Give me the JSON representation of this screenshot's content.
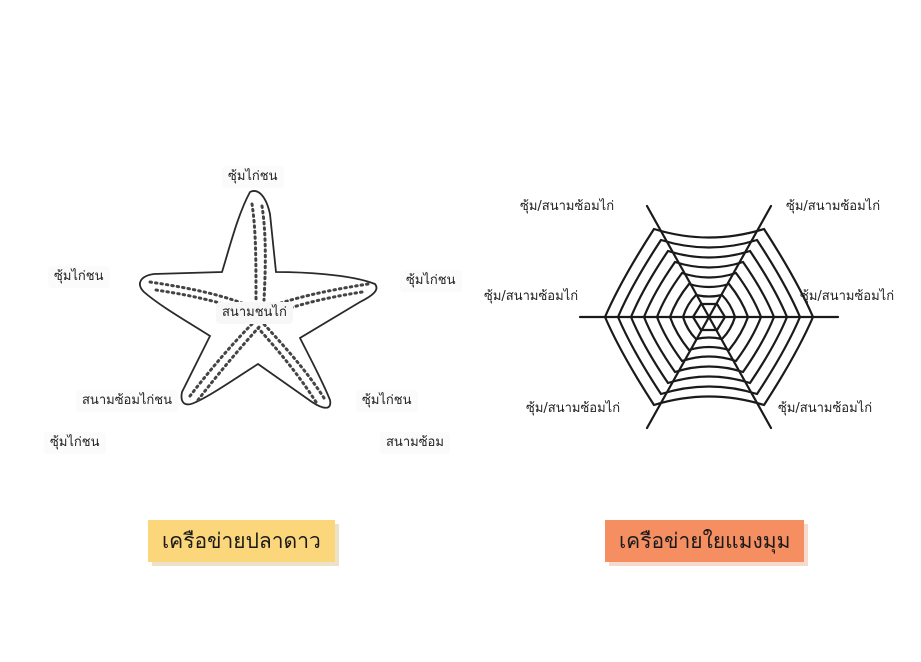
{
  "starfish": {
    "center_label": "สนามชนไก่",
    "labels": [
      "ซุ้มไก่ชน",
      "ซุ้มไก่ชน",
      "ซุ้มไก่ชน",
      "สนามซ้อมไก่ชน",
      "ซุ้มไก่ชน",
      "ซุ้มไก่ชน",
      "สนามซ้อม"
    ],
    "title": "เครือข่ายปลาดาว",
    "title_color": "#fcd67a"
  },
  "spiderweb": {
    "labels": [
      "ซุ้ม/สนามซ้อมไก่",
      "ซุ้ม/สนามซ้อมไก่",
      "ซุ้ม/สนามซ้อมไก่",
      "ซุ้ม/สนามซ้อมไก่",
      "ซุ้ม/สนามซ้อมไก่",
      "ซุ้ม/สนามซ้อมไก่"
    ],
    "title": "เครือข่ายใยแมงมุม",
    "title_color": "#f58f62"
  }
}
